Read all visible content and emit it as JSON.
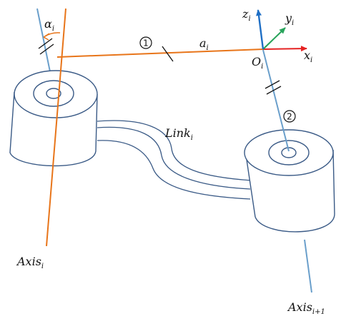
{
  "colors": {
    "axis_i": "#e8751a",
    "axis_i1": "#6a9fcb",
    "outline": "#3a5a86",
    "x_axis": "#e52222",
    "y_axis": "#27a35a",
    "z_axis": "#1f6fc5",
    "text": "#111111"
  },
  "labels": {
    "alpha": {
      "base": "α",
      "sub": "i"
    },
    "a": {
      "base": "a",
      "sub": "i"
    },
    "z": {
      "base": "z",
      "sub": "i"
    },
    "y": {
      "base": "y",
      "sub": "i"
    },
    "x": {
      "base": "x",
      "sub": "i"
    },
    "origin": {
      "base": "O",
      "sub": "i"
    },
    "link": {
      "base": "Link",
      "sub": "i"
    },
    "axis_i": {
      "base": "Axis",
      "sub": "i"
    },
    "axis_i1": {
      "base": "Axis",
      "sub": "i+1"
    }
  },
  "markers": {
    "one": "1",
    "two": "2"
  }
}
